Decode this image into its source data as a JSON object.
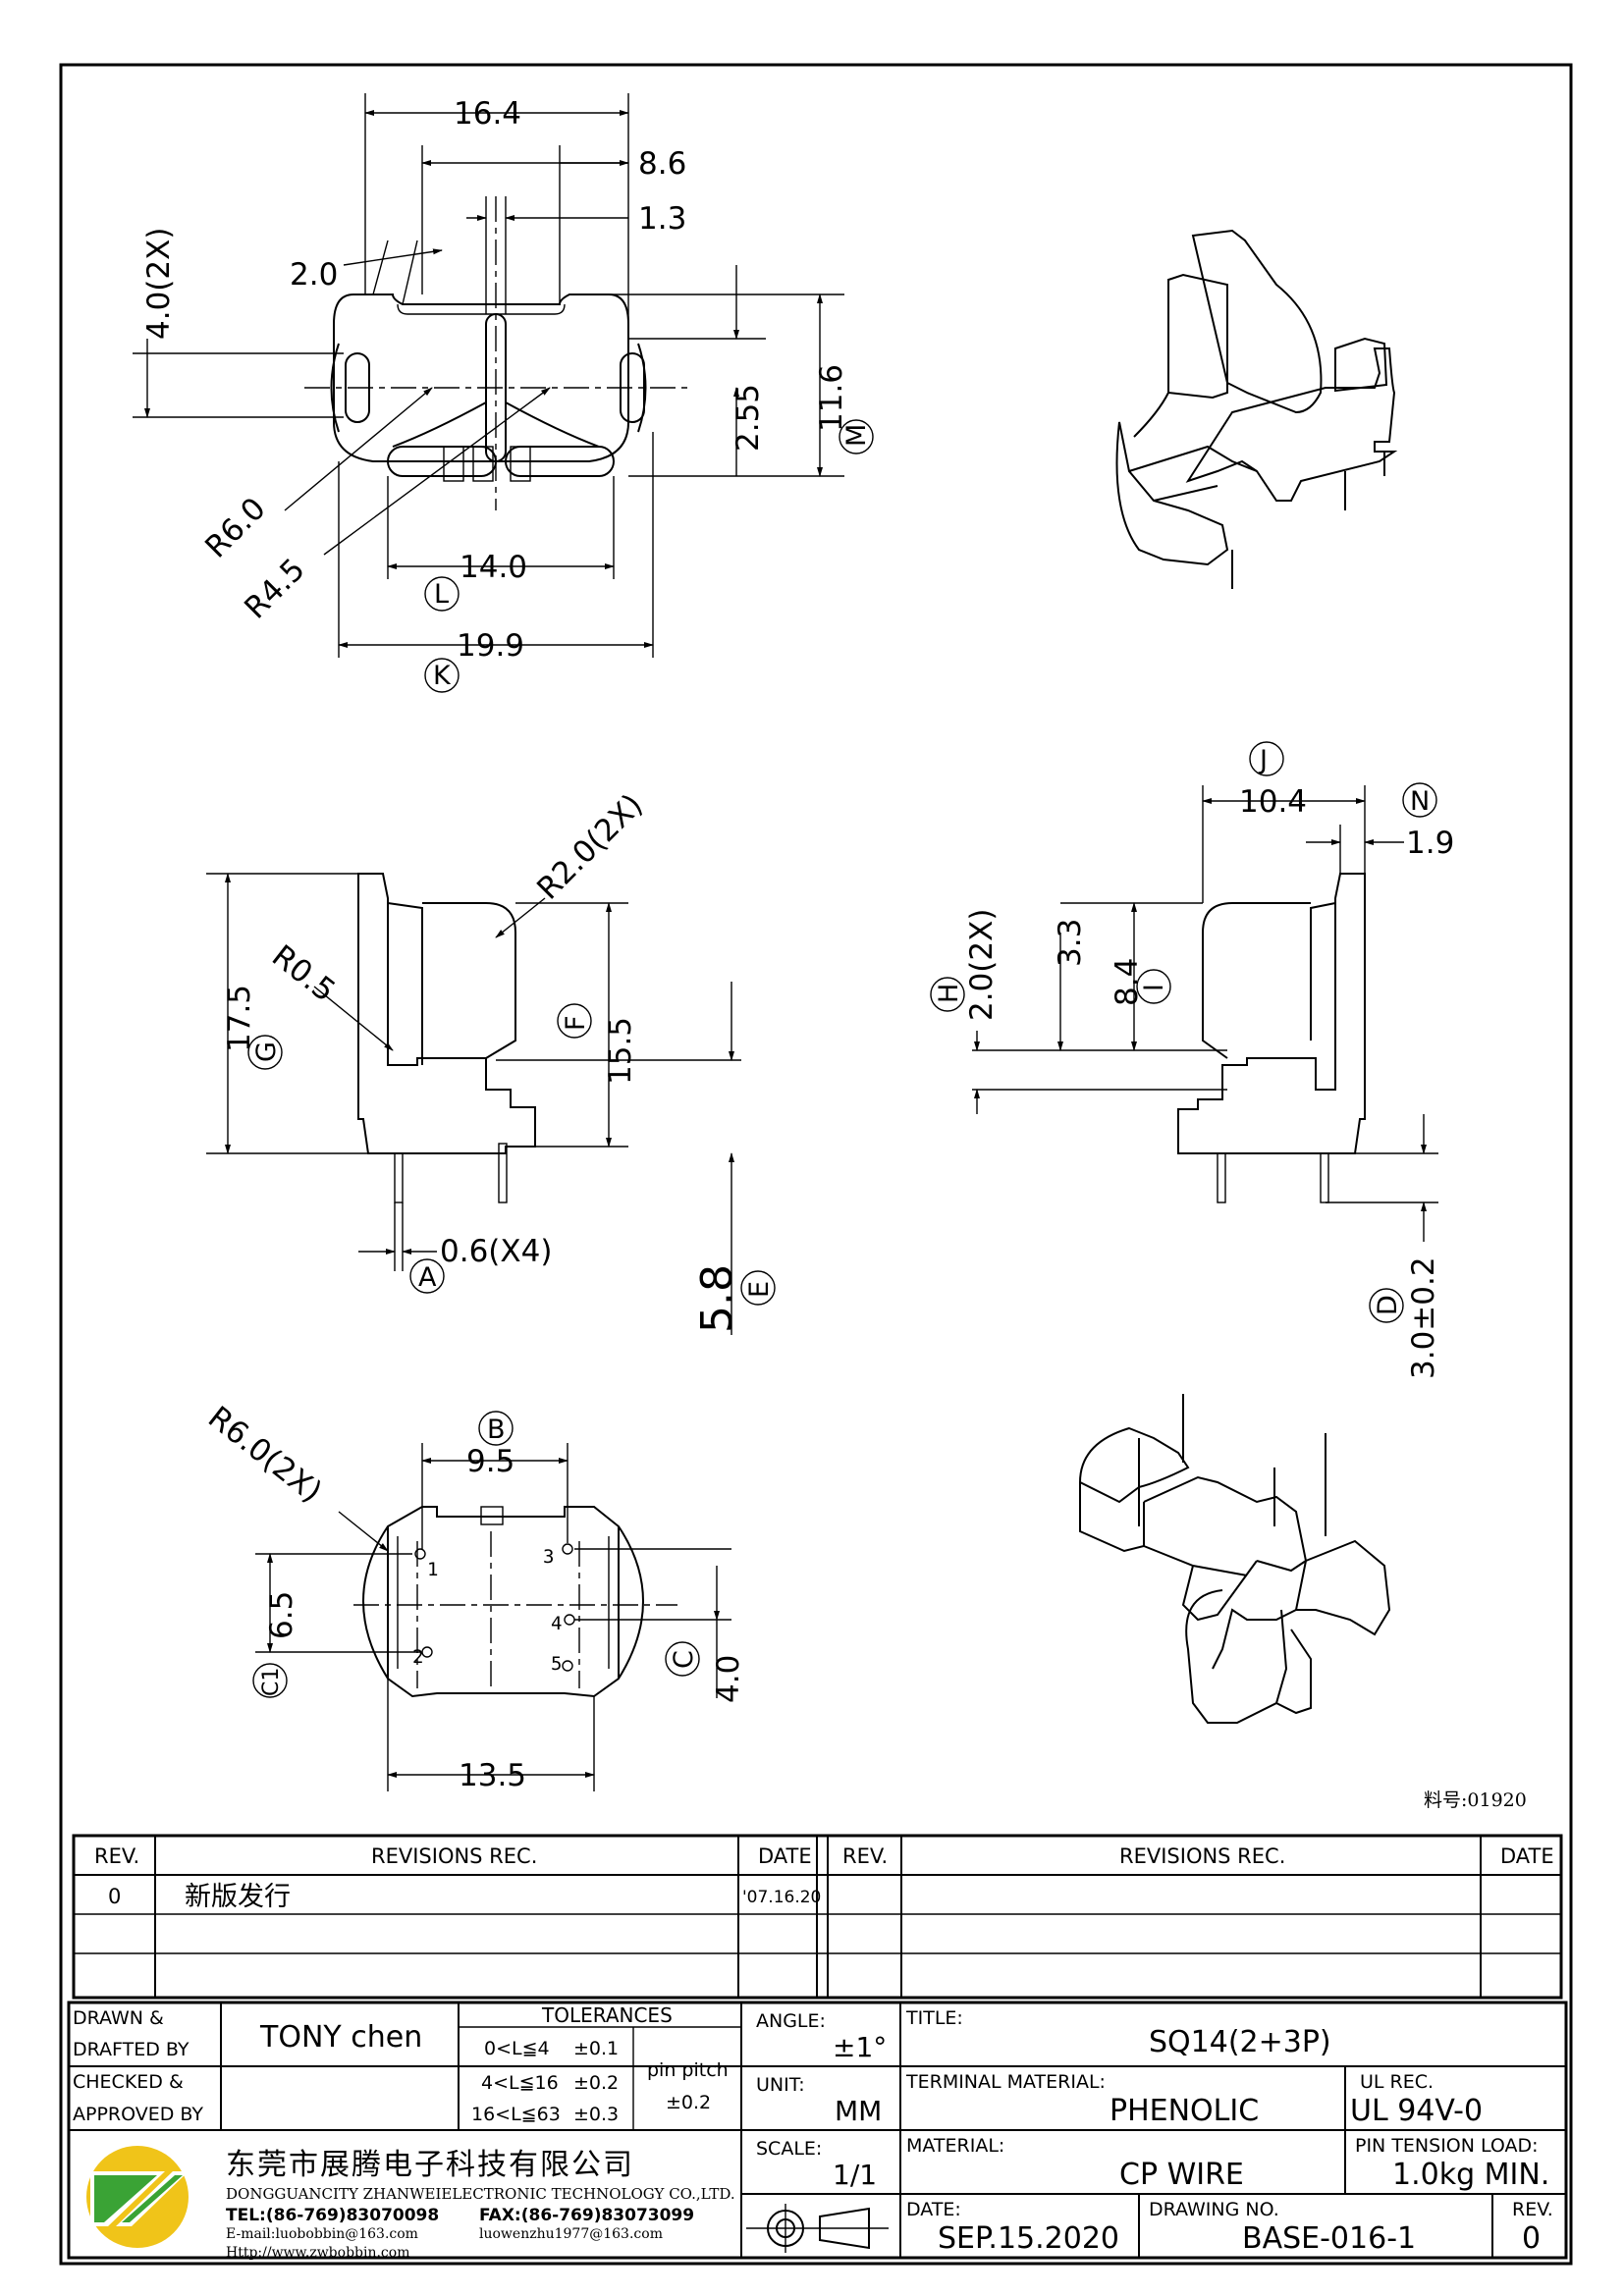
{
  "dimensions": {
    "top": {
      "w16_4": "16.4",
      "w8_6": "8.6",
      "w1_3": "1.3",
      "w2_0": "2.0",
      "h4_0": "4.0(2X)",
      "h2_55": "2.55",
      "h11_6": "11.6",
      "r6": "R6.0",
      "r45": "R4.5",
      "w14": "14.0",
      "w19_9": "19.9",
      "tag_m": "M",
      "tag_l": "L",
      "tag_k": "K"
    },
    "left": {
      "r20": "R2.0(2X)",
      "r05": "R0.5",
      "h17_5": "17.5",
      "h15_5": "15.5",
      "h5_8": "5.8",
      "w0_6": "0.6(X4)",
      "tag_g": "G",
      "tag_f": "F",
      "tag_e": "E",
      "tag_a": "A"
    },
    "right": {
      "w10_4": "10.4",
      "w1_9": "1.9",
      "h3_3": "3.3",
      "h8_4": "8.4",
      "h2_0": "2.0(2X)",
      "h3_0": "3.0±0.2",
      "tag_j": "J",
      "tag_n": "N",
      "tag_i": "I",
      "tag_h": "H",
      "tag_d": "D"
    },
    "bottom": {
      "r60": "R6.0(2X)",
      "w9_5": "9.5",
      "h6_5": "6.5",
      "h4_0": "4.0",
      "w13_5": "13.5",
      "tag_b": "B",
      "tag_c1": "C1",
      "tag_c": "C",
      "pins": [
        "1",
        "2",
        "3",
        "4",
        "5"
      ]
    }
  },
  "part_no": "料号:01920",
  "revisions": {
    "headers": {
      "rev": "REV.",
      "rec": "REVISIONS   REC.",
      "date": "DATE"
    },
    "rows": [
      {
        "rev": "0",
        "rec": "新版发行",
        "date": "'07.16.20"
      }
    ]
  },
  "title_block": {
    "drawn_label": "DRAWN &",
    "drafted_label": "DRAFTED BY",
    "drawn_by": "TONY chen",
    "checked_label": "CHECKED &",
    "approved_label": "APPROVED BY",
    "tolerances_label": "TOLERANCES",
    "tolerances": [
      {
        "range": "0<L≦4",
        "tol": "±0.1"
      },
      {
        "range": "4<L≦16",
        "tol": "±0.2"
      },
      {
        "range": "16<L≦63",
        "tol": "±0.3"
      }
    ],
    "pin_pitch_label": "pin pitch",
    "pin_pitch_tol": "±0.2",
    "angle_label": "ANGLE:",
    "angle_value": "±1°",
    "unit_label": "UNIT:",
    "unit_value": "MM",
    "scale_label": "SCALE:",
    "scale_value": "1/1",
    "title_label": "TITLE:",
    "title_value": "SQ14(2+3P)",
    "terminal_label": "TERMINAL MATERIAL:",
    "terminal_value": "PHENOLIC",
    "ul_label": "UL REC.",
    "ul_value": "UL 94V-0",
    "material_label": "MATERIAL:",
    "material_value": "CP WIRE",
    "pin_tension_label": "PIN TENSION LOAD:",
    "pin_tension_value": "1.0kg MIN.",
    "date_label": "DATE:",
    "date_value": "SEP.15.2020",
    "drawing_no_label": "DRAWING NO.",
    "drawing_no_value": "BASE-016-1",
    "rev_label": "REV.",
    "rev_value": "0"
  },
  "company": {
    "name_cn": "东莞市展腾电子科技有限公司",
    "name_en": "DONGGUANCITY ZHANWEIELECTRONIC TECHNOLOGY CO.,LTD.",
    "tel": "TEL:(86-769)83070098",
    "fax": "FAX:(86-769)83073099",
    "email": "E-mail:luobobbin@163.com",
    "email2": "luowenzhu1977@163.com",
    "web": "Http://www.zwbobbin.com",
    "logo_colors": {
      "yellow": "#f0c419",
      "green": "#3aa335"
    }
  }
}
